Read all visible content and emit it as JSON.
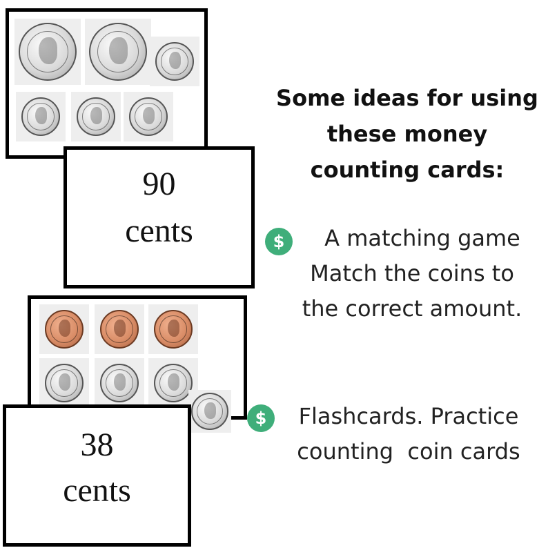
{
  "cards": [
    {
      "amount_number": "90",
      "amount_unit": "cents",
      "coins": [
        "quarter",
        "quarter",
        "dime",
        "dime",
        "dime",
        "dime"
      ]
    },
    {
      "amount_number": "38",
      "amount_unit": "cents",
      "coins": [
        "penny",
        "penny",
        "penny",
        "dime",
        "dime",
        "dime",
        "nickel"
      ]
    }
  ],
  "heading": {
    "line1": "Some ideas for using",
    "line2": "these money",
    "line3": "counting cards:"
  },
  "ideas": [
    {
      "icon": "dollar-icon",
      "icon_text": "$",
      "lines": [
        "A matching game",
        "Match the coins to",
        "the correct amount."
      ]
    },
    {
      "icon": "dollar-icon",
      "icon_text": "$",
      "lines": [
        "Flashcards. Practice",
        "counting  coin cards"
      ]
    }
  ],
  "colors": {
    "accent": "#3fae7a",
    "copper": "#d98c66",
    "silver": "#d9d9d9"
  }
}
